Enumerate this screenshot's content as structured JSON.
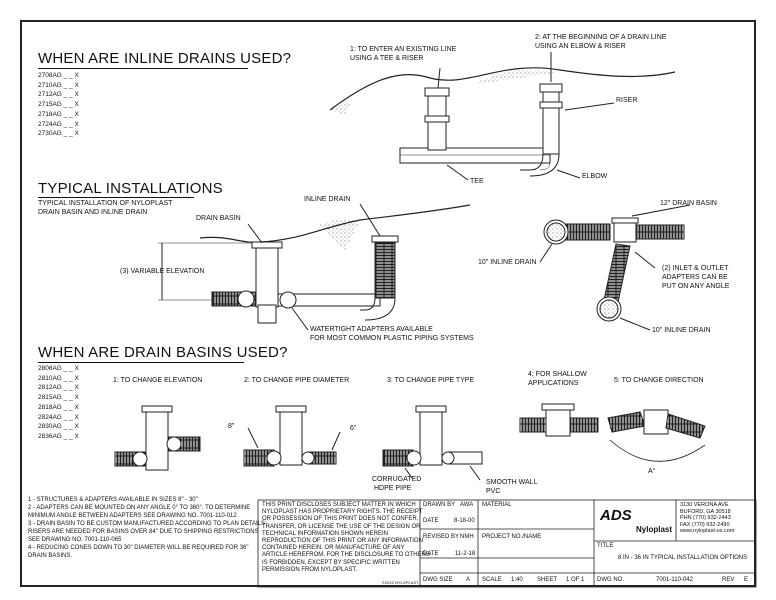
{
  "headings": {
    "inline_drains": "WHEN ARE INLINE DRAINS USED?",
    "typical_installations": "TYPICAL INSTALLATIONS",
    "drain_basins": "WHEN ARE DRAIN BASINS USED?"
  },
  "inline_parts": [
    "2708AG _ _ X",
    "2710AG _ _ X",
    "2712AG _ _ X",
    "2715AG _ _ X",
    "2718AG _ _ X",
    "2724AG _ _ X",
    "2730AG _ _ X"
  ],
  "basin_parts": [
    "2808AG _ _ X",
    "2810AG _ _ X",
    "2812AG _ _ X",
    "2815AG _ _ X",
    "2818AG _ _ X",
    "2824AG _ _ X",
    "2830AG _ _ X",
    "2836AG _ _ X"
  ],
  "typical_desc": [
    "TYPICAL INSTALLATION OF NYLOPLAST",
    "DRAIN BASIN AND INLINE DRAIN"
  ],
  "labels": {
    "tee_riser": [
      "1:  TO ENTER AN EXISTING LINE",
      "     USING A TEE & RISER"
    ],
    "elbow_riser": [
      "2:  AT THE BEGINNING OF A DRAIN LINE",
      "     USING AN ELBOW & RISER"
    ],
    "riser": "RISER",
    "tee": "TEE",
    "elbow": "ELBOW",
    "drain_basin": "DRAIN BASIN",
    "inline_drain": "INLINE DRAIN",
    "variable_elevation": "(3)  VARIABLE ELEVATION",
    "watertight": [
      "WATERTIGHT ADAPTERS AVAILABLE",
      "FOR MOST COMMON PLASTIC PIPING SYSTEMS"
    ],
    "drain_basin_12": "12\" DRAIN BASIN",
    "inline_drain_10a": "10\" INLINE DRAIN",
    "inline_drain_10b": "10\" INLINE DRAIN",
    "inlet_outlet": [
      "(2)  INLET & OUTLET",
      "       ADAPTERS CAN BE",
      "       PUT ON ANY ANGLE"
    ],
    "change_elevation": "1:  TO CHANGE ELEVATION",
    "change_diameter": "2:  TO CHANGE PIPE DIAMETER",
    "change_type": "3:  TO CHANGE PIPE TYPE",
    "shallow": [
      "4:  FOR SHALLOW",
      "     APPLICATIONS"
    ],
    "change_direction": "5:  TO CHANGE DIRECTION",
    "d8": "8\"",
    "d6": "6\"",
    "corrugated": [
      "CORRUGATED",
      "HDPE PIPE"
    ],
    "smooth": [
      "SMOOTH WALL",
      "PVC"
    ],
    "angle": "A°"
  },
  "notes": [
    "1 -  STRUCTURES & ADAPTERS AVAILABLE IN SIZES 8\" - 30\"",
    "2 -  ADAPTERS CAN BE MOUNTED ON ANY ANGLE 0° TO 360°. TO DETERMINE",
    "      MINIMUM ANGLE BETWEEN ADAPTERS SEE DRAWING NO. 7001-110-012",
    "3 -  DRAIN BASIN TO BE CUSTOM MANUFACTURED ACCORDING TO PLAN DETAILS",
    "      RISERS ARE NEEDED FOR BASINS OVER 84\" DUE TO SHIPPING RESTRICTIONS",
    "      SEE DRAWING NO. 7001-110-065",
    "4 -  REDUCING CONES DOWN TO 30\" DIAMETER WILL BE REQUIRED FOR 36\"",
    "      DRAIN BASINS."
  ],
  "title_block": {
    "disclaimer": [
      "THIS PRINT DISCLOSES SUBJECT MATTER IN WHICH",
      "NYLOPLAST HAS PROPRIETARY RIGHTS. THE RECEIPT",
      "OR POSSESSION OF THIS PRINT DOES NOT CONFER,",
      "TRANSFER, OR LICENSE THE USE OF THE DESIGN OR",
      "TECHNICAL INFORMATION SHOWN HEREIN",
      "REPRODUCTION OF THIS PRINT OR ANY INFORMATION",
      "CONTAINED HEREIN, OR MANUFACTURE OF ANY",
      "ARTICLE HEREFROM, FOR THE DISCLOSURE TO OTHERS",
      "IS FORBIDDEN, EXCEPT BY SPECIFIC WRITTEN",
      "PERMISSION FROM NYLOPLAST."
    ],
    "copyright": "©2010 NYLOPLAST",
    "drawn_by_label": "DRAWN BY",
    "drawn_by": "AWA",
    "date_label": "DATE",
    "date1": "8-18-00",
    "revised_by_label": "REVISED BY",
    "revised_by": "NMH",
    "date2": "11-2-18",
    "dwg_size_label": "DWG SIZE",
    "dwg_size": "A",
    "material_label": "MATERIAL",
    "project_label": "PROJECT NO./NAME",
    "scale_label": "SCALE",
    "scale": "1:40",
    "sheet_label": "SHEET",
    "sheet": "1 OF 1",
    "dwg_no_label": "DWG NO.",
    "dwg_no": "7001-110-042",
    "rev_label": "REV",
    "rev": "E",
    "title_label": "TITLE",
    "title": "8 IN - 36 IN TYPICAL INSTALLATION OPTIONS",
    "logo_ads": "ADS",
    "logo_nyloplast": "Nyloplast",
    "address": [
      "3130 VERONA AVE",
      "BUFORD, GA 30518",
      "PHN (770) 932-2443",
      "FAX (770) 932-2490",
      "www.nyloplast-us.com"
    ]
  }
}
